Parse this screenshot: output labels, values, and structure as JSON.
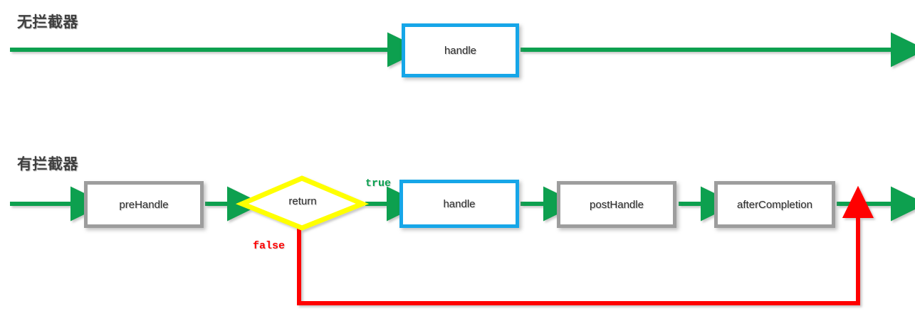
{
  "diagram": {
    "title_no_interceptor": "无拦截器",
    "title_with_interceptor": "有拦截器",
    "colors": {
      "flow_green": "#0aa050",
      "reject_red": "#ff0000",
      "handle_blue": "#16a6e8",
      "decision_yellow": "#ffff00",
      "node_gray": "#9d9d9d",
      "title_text": "#3f3f3f"
    },
    "sections": [
      {
        "name": "no-interceptor",
        "title": "无拦截器",
        "nodes": [
          {
            "id": "handle-top",
            "label": "handle",
            "shape": "rect",
            "style": "blue"
          }
        ],
        "edges": [
          {
            "from": "start",
            "to": "handle-top",
            "label": "",
            "color": "#0aa050"
          },
          {
            "from": "handle-top",
            "to": "end",
            "label": "",
            "color": "#0aa050"
          }
        ]
      },
      {
        "name": "with-interceptor",
        "title": "有拦截器",
        "nodes": [
          {
            "id": "preHandle",
            "label": "preHandle",
            "shape": "rect",
            "style": "gray"
          },
          {
            "id": "return",
            "label": "return",
            "shape": "diamond",
            "style": "yellow"
          },
          {
            "id": "handle",
            "label": "handle",
            "shape": "rect",
            "style": "blue"
          },
          {
            "id": "postHandle",
            "label": "postHandle",
            "shape": "rect",
            "style": "gray"
          },
          {
            "id": "afterCompletion",
            "label": "afterCompletion",
            "shape": "rect",
            "style": "gray"
          }
        ],
        "edges": [
          {
            "from": "start",
            "to": "preHandle",
            "label": "",
            "color": "#0aa050"
          },
          {
            "from": "preHandle",
            "to": "return",
            "label": "",
            "color": "#0aa050"
          },
          {
            "from": "return",
            "to": "handle",
            "label": "true",
            "color": "#0aa050"
          },
          {
            "from": "handle",
            "to": "postHandle",
            "label": "",
            "color": "#0aa050"
          },
          {
            "from": "postHandle",
            "to": "afterCompletion",
            "label": "",
            "color": "#0aa050"
          },
          {
            "from": "afterCompletion",
            "to": "end",
            "label": "",
            "color": "#0aa050"
          },
          {
            "from": "return",
            "to": "end",
            "label": "false",
            "color": "#ff0000"
          }
        ]
      }
    ],
    "labels": {
      "true": "true",
      "false": "false"
    },
    "node_labels": {
      "handle_top": "handle",
      "pre_handle": "preHandle",
      "return": "return",
      "handle": "handle",
      "post_handle": "postHandle",
      "after_completion": "afterCompletion"
    }
  }
}
